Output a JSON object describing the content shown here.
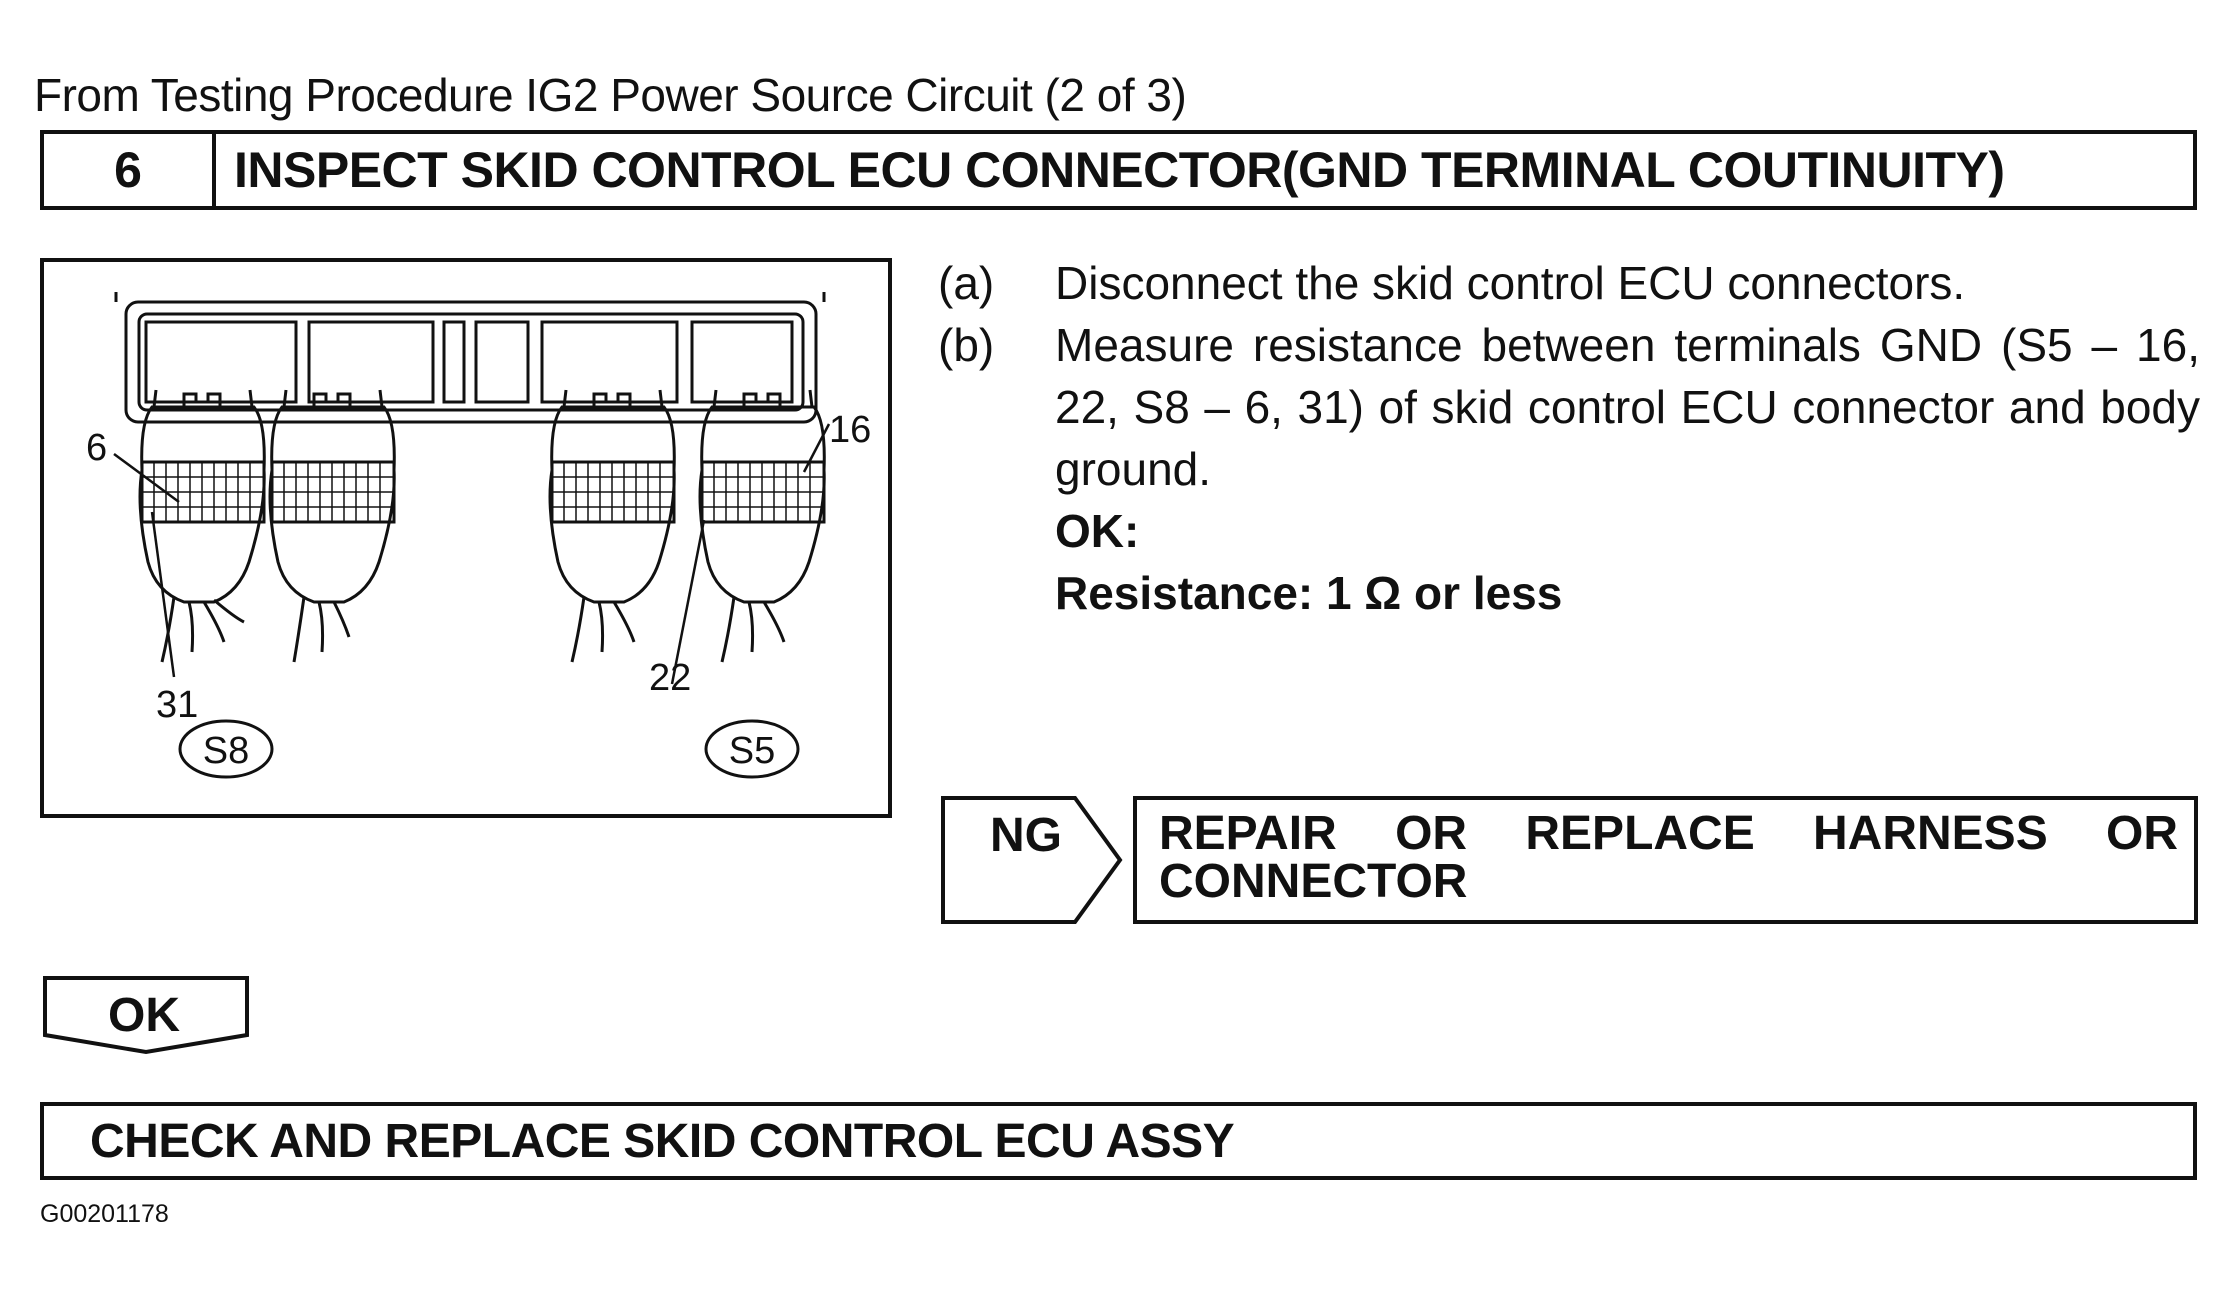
{
  "header_note": "From Testing Procedure IG2 Power Source Circuit (2 of 3)",
  "step": {
    "number": "6",
    "title": "INSPECT SKID CONTROL ECU CONNECTOR(GND TERMINAL COUTINUITY)"
  },
  "figure": {
    "labels": {
      "pin_6": "6",
      "pin_16": "16",
      "pin_31": "31",
      "pin_22": "22",
      "connector_s8": "S8",
      "connector_s5": "S5"
    },
    "id": "G00201178"
  },
  "instructions": [
    {
      "label": "(a)",
      "text": "Disconnect the skid control ECU connectors."
    },
    {
      "label": "(b)",
      "text": "Measure resistance between terminals GND (S5 – 16, 22, S8 – 6, 31) of skid control ECU connector and body ground."
    }
  ],
  "spec": {
    "ok_label": "OK:",
    "value": "Resistance: 1 Ω or less"
  },
  "ng": {
    "label": "NG",
    "action": "REPAIR OR REPLACE HARNESS OR CONNECTOR"
  },
  "ok_label": "OK",
  "next_step": "CHECK AND REPLACE SKID CONTROL ECU ASSY"
}
